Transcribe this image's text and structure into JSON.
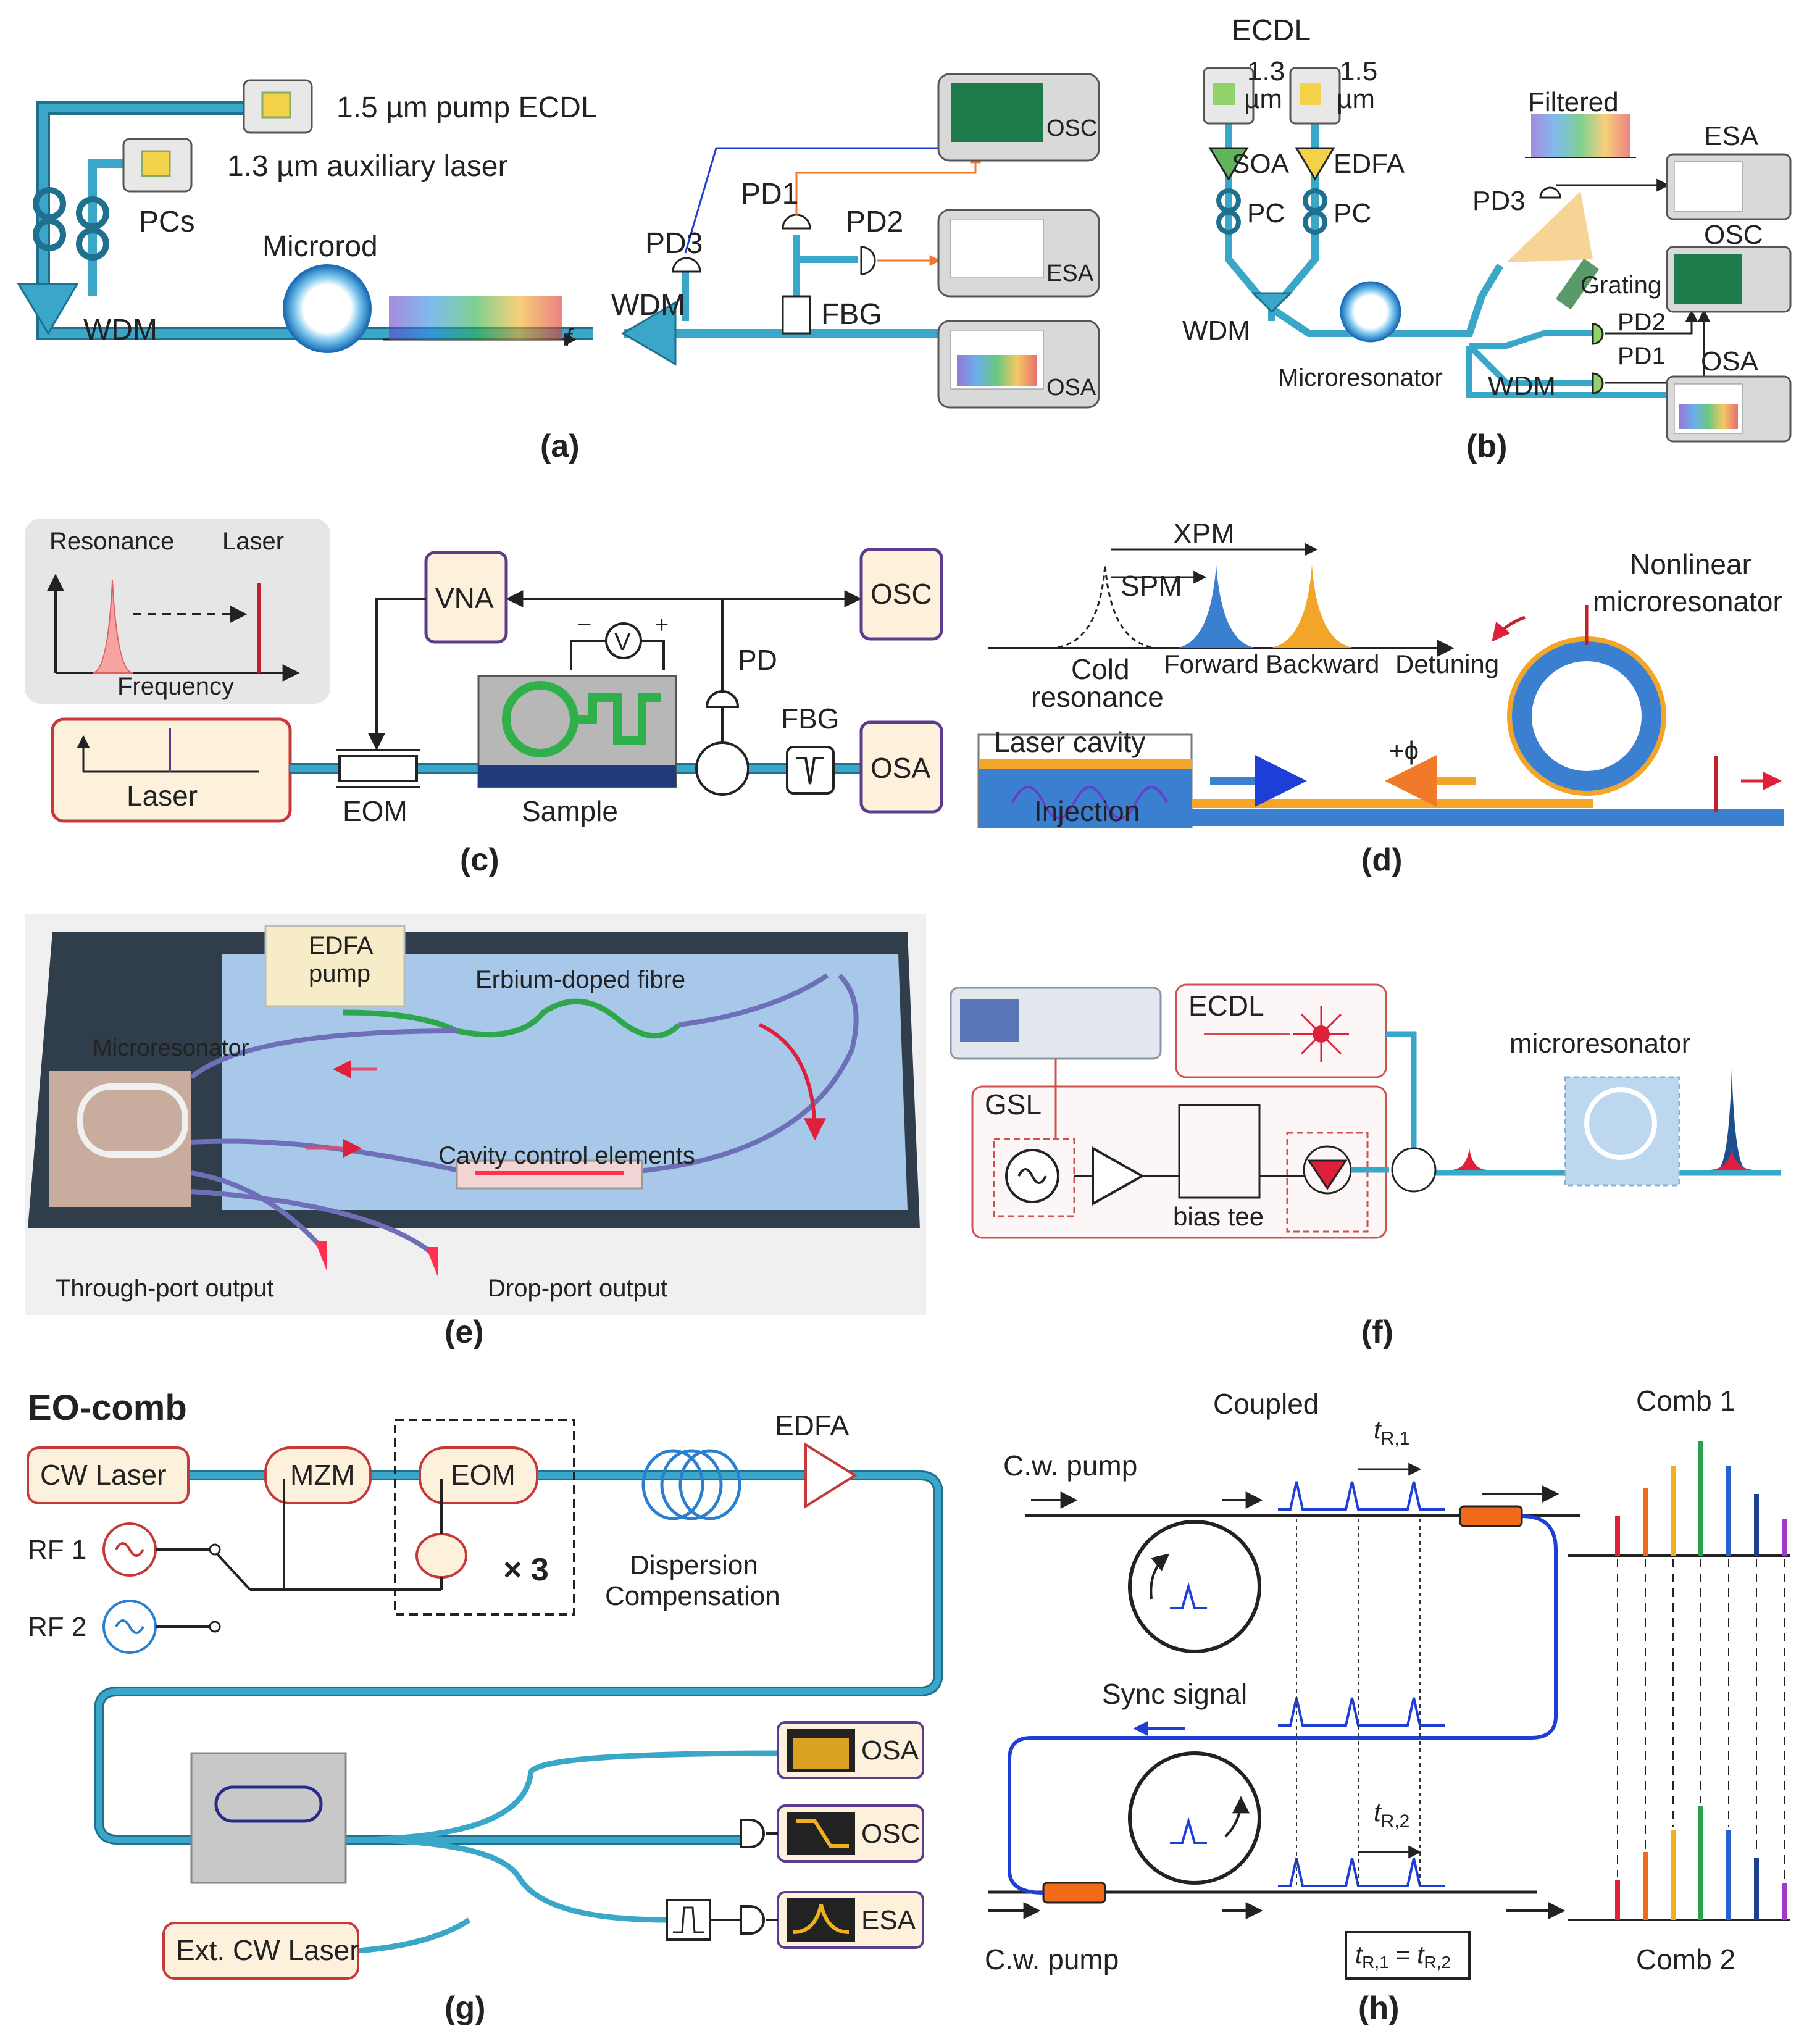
{
  "panel_labels": {
    "a": "(a)",
    "b": "(b)",
    "c": "(c)",
    "d": "(d)",
    "e": "(e)",
    "f": "(f)",
    "g": "(g)",
    "h": "(h)"
  },
  "panel_a": {
    "pump": "1.5 µm pump ECDL",
    "aux": "1.3 µm auxiliary laser",
    "pcs": "PCs",
    "wdm_left": "WDM",
    "microrod": "Microrod",
    "f_axis": "f",
    "wdm_right": "WDM",
    "pd3": "PD3",
    "pd1": "PD1",
    "pd2": "PD2",
    "fbg": "FBG",
    "osc": "OSC",
    "esa": "ESA",
    "osa": "OSA"
  },
  "panel_b": {
    "ecdl": "ECDL",
    "l13_num": "1.3",
    "l13_unit": "µm",
    "l15_num": "1.5",
    "l15_unit": "µm",
    "soa": "SOA",
    "edfa": "EDFA",
    "pc1": "PC",
    "pc2": "PC",
    "wdm1": "WDM",
    "microresonator": "Microresonator",
    "filtered": "Filtered",
    "esa": "ESA",
    "pd3": "PD3",
    "osc": "OSC",
    "grating": "Grating",
    "pd2": "PD2",
    "pd1": "PD1",
    "osa": "OSA",
    "wdm2": "WDM"
  },
  "panel_c": {
    "resonance": "Resonance",
    "laser_top": "Laser",
    "frequency": "Frequency",
    "laser_box": "Laser",
    "vna": "VNA",
    "osc": "OSC",
    "v": "V",
    "minus": "−",
    "plus": "+",
    "pd": "PD",
    "fbg": "FBG",
    "osa": "OSA",
    "eom": "EOM",
    "sample": "Sample"
  },
  "panel_d": {
    "xpm": "XPM",
    "spm": "SPM",
    "nonlinear1": "Nonlinear",
    "nonlinear2": "microresonator",
    "cold1": "Cold",
    "cold2": "resonance",
    "forward": "Forward",
    "backward": "Backward",
    "detuning": "Detuning",
    "laser_cavity": "Laser cavity",
    "phi": "+ϕ",
    "injection": "Injection"
  },
  "panel_e": {
    "edfa1": "EDFA",
    "edfa2": "pump",
    "erbium": "Erbium-doped fibre",
    "microresonator": "Microresonator",
    "cavity": "Cavity control elements",
    "through": "Through-port output",
    "drop": "Drop-port output"
  },
  "panel_f": {
    "ecdl": "ECDL",
    "gsl": "GSL",
    "bias_tee": "bias tee",
    "microresonator": "microresonator"
  },
  "panel_g": {
    "title": "EO-comb",
    "cw_laser": "CW Laser",
    "mzm": "MZM",
    "eom": "EOM",
    "edfa": "EDFA",
    "rf1": "RF 1",
    "rf2": "RF 2",
    "times3": "× 3",
    "dispersion1": "Dispersion",
    "dispersion2": "Compensation",
    "osa": "OSA",
    "osc": "OSC",
    "esa": "ESA",
    "ext_cw": "Ext. CW Laser"
  },
  "panel_h": {
    "coupled": "Coupled",
    "t_symbol": "t",
    "tr1_sub": "R,1",
    "tr2_sub": "R,2",
    "cw_pump_top": "C.w. pump",
    "cw_pump_bottom": "C.w. pump",
    "sync": "Sync signal",
    "comb1": "Comb 1",
    "comb2": "Comb 2",
    "equality_eq": " = "
  },
  "colors": {
    "fibre": "#3aa7c9",
    "fibre_dark": "#1f6f8f",
    "box_fill": "#fdf1dc",
    "box_red": "#c6393a",
    "box_purple": "#5b3d8f",
    "blue_line": "#1d3fd8",
    "orange": "#f0792a"
  }
}
